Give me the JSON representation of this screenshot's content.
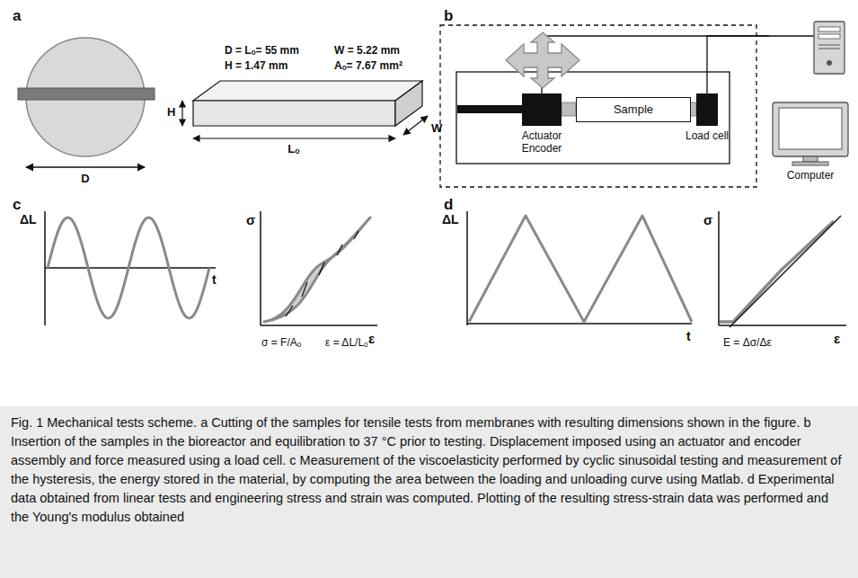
{
  "diagram": {
    "caption": "Fig. 1 Mechanical tests scheme. a Cutting of the samples for tensile tests from membranes with resulting dimensions shown in the figure. b Insertion of the samples in the bioreactor and equilibration to 37 °C prior to testing. Displacement imposed using an actuator and encoder assembly and force measured using a load cell. c Measurement of the viscoelasticity performed by cyclic sinusoidal testing and measurement of the hysteresis, the energy stored in the material, by computing the area between the loading and unloading curve using Matlab. d Experimental data obtained from linear tests and engineering stress and strain was computed. Plotting of the resulting stress-strain data was performed and the Young's modulus obtained",
    "nodes": [
      {
        "text": [
          "Sample"
        ]
      },
      {
        "text": [
          "Actuator Encoder"
        ]
      },
      {
        "text": [
          "Load cell"
        ]
      },
      {
        "text": [
          "Computer"
        ]
      }
    ],
    "edges": [
      {
        "from": 1,
        "to": 3,
        "arrow": "none"
      },
      {
        "from": 2,
        "to": 3,
        "arrow": "none"
      }
    ],
    "labels": [
      "a",
      "D = Lₒ= 55 mm",
      "W = 5.22 mm",
      "H = 1.47 mm",
      "Aₒ= 7.67 mm²",
      "D",
      "H",
      "Lₒ",
      "W",
      "b",
      "c",
      "ΔL",
      "t",
      "σ",
      "ε",
      "σ = F/Aₒ",
      "ε = ΔL/Lₒ",
      "d",
      "ΔL",
      "t",
      "σ",
      "ε",
      "E = Δσ/Δε"
    ]
  }
}
